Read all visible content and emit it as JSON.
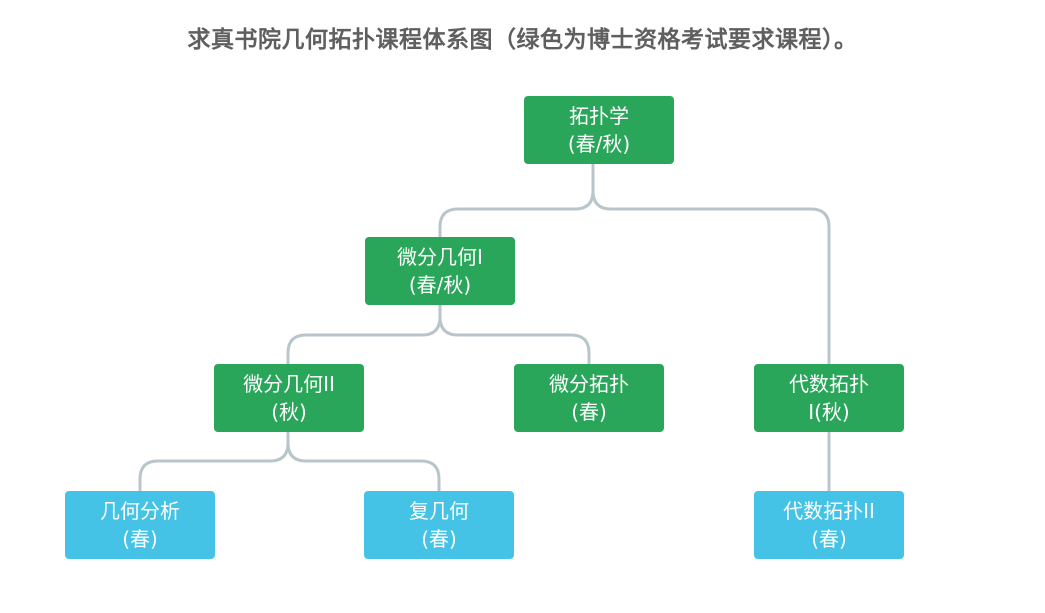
{
  "title": "求真书院几何拓扑课程体系图（绿色为博士资格考试要求课程）。",
  "colors": {
    "required": "#2aa65a",
    "elective": "#45c3e6",
    "connector": "#b8c6cc",
    "title": "#5f5f5f"
  },
  "nodes": {
    "topology": {
      "line1": "拓扑学",
      "line2": "(春/秋)",
      "required": true
    },
    "differential_geometry_1": {
      "line1": "微分几何I",
      "line2": "(春/秋)",
      "required": true
    },
    "differential_geometry_2": {
      "line1": "微分几何II",
      "line2": "(秋)",
      "required": true
    },
    "differential_topology": {
      "line1": "微分拓扑",
      "line2": "(春)",
      "required": true
    },
    "algebraic_topology_1": {
      "line1": "代数拓扑",
      "line2": "I(秋)",
      "required": true
    },
    "geometric_analysis": {
      "line1": "几何分析",
      "line2": "(春)",
      "required": false
    },
    "complex_geometry": {
      "line1": "复几何",
      "line2": "(春)",
      "required": false
    },
    "algebraic_topology_2": {
      "line1": "代数拓扑II",
      "line2": "(春)",
      "required": false
    }
  }
}
